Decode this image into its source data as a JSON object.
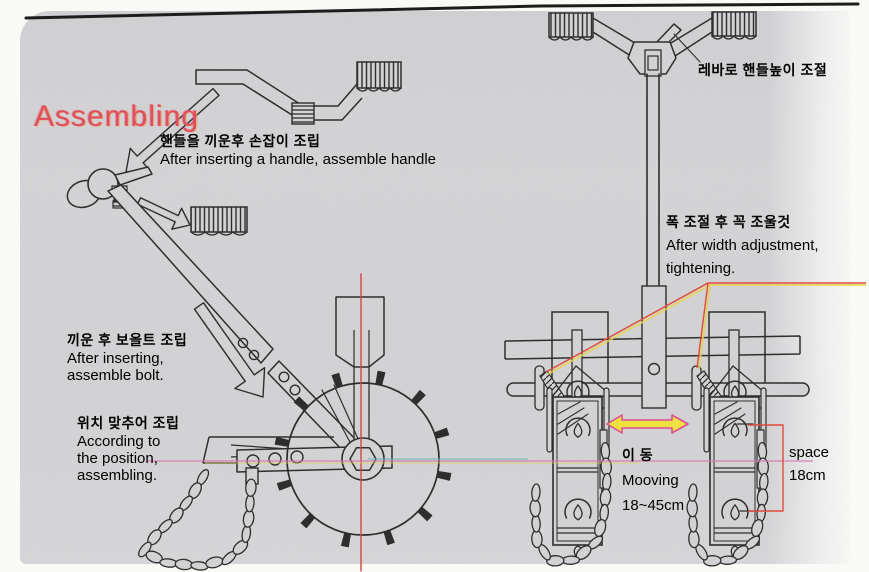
{
  "title": "Assembling",
  "labels": {
    "handle_ko": "핸들을 끼운후 손잡이 조립",
    "handle_en": "After inserting a handle, assemble handle",
    "lever_ko": "레바로 핸들높이 조절",
    "width_ko": "폭 조절 후 꼭 조울것",
    "width_en_1": "After width adjustment,",
    "width_en_2": "tightening.",
    "bolt_ko": "끼운 후 보올트 조립",
    "bolt_en_1": "After inserting,",
    "bolt_en_2": "assemble bolt.",
    "pos_ko": "위치 맞추어 조립",
    "pos_en_1": "According to",
    "pos_en_2": "the position,",
    "pos_en_3": "assembling.",
    "move_ko": "이 동",
    "move_en": "Mooving",
    "move_range": "18~45cm",
    "space_1": "space",
    "space_2": "18cm"
  },
  "colors": {
    "title_red": "#e04f5c",
    "leader_red": "#e04838",
    "crosshair_red": "#d84040",
    "registration_magenta": "#d874b0",
    "arrow_fill_yellow": "#f2e23d",
    "arrow_stroke_pink": "#db4b93",
    "paper_gray": "#d3d3d5",
    "ink": "#2a2a2a"
  }
}
